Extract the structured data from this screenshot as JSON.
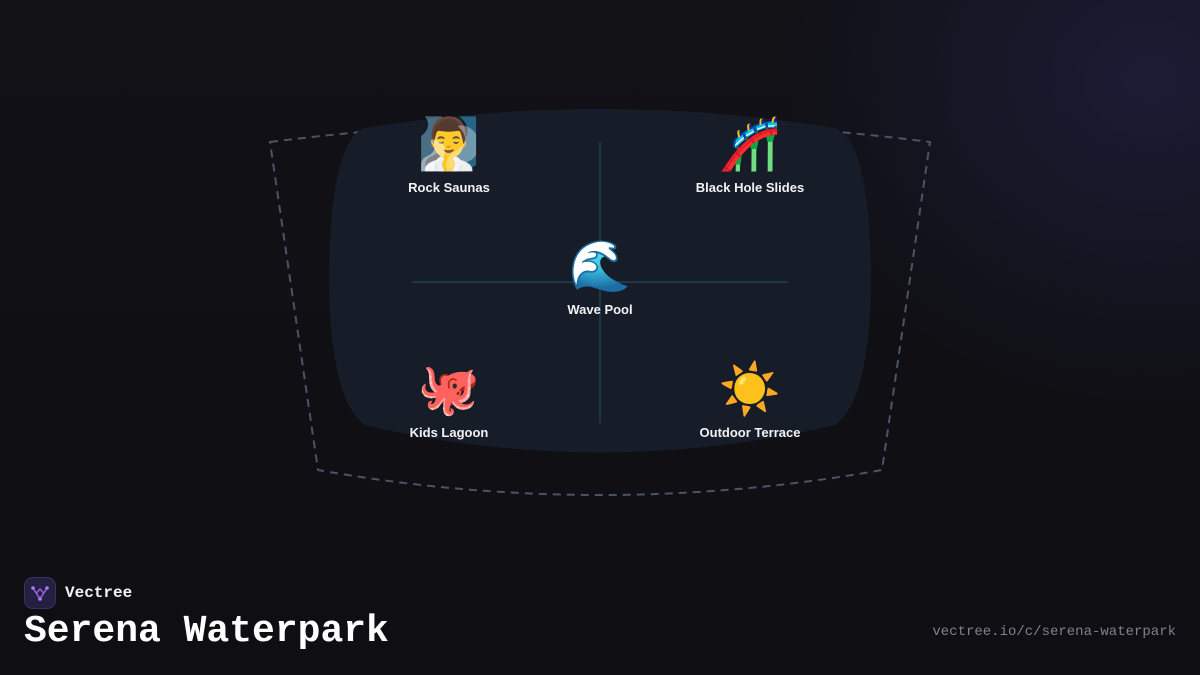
{
  "brand": {
    "name": "Vectree",
    "logo_icon": "vectree-tree-icon",
    "accent": "#9b5de5"
  },
  "title": "Serena Waterpark",
  "url": "vectree.io/c/serena-waterpark",
  "diagram": {
    "boundary_color": "#4a5468",
    "zone_fill": "#171d28",
    "axis_color": "#1f4a5c",
    "nodes": [
      {
        "id": "rock-saunas",
        "label": "Rock Saunas",
        "icon": "🧖‍♂️",
        "icon_name": "sauna-person-icon"
      },
      {
        "id": "black-hole-slides",
        "label": "Black Hole Slides",
        "icon": "🎢",
        "icon_name": "roller-coaster-icon"
      },
      {
        "id": "wave-pool",
        "label": "Wave Pool",
        "icon": "🌊",
        "icon_name": "wave-icon"
      },
      {
        "id": "kids-lagoon",
        "label": "Kids Lagoon",
        "icon": "🐙",
        "icon_name": "octopus-icon"
      },
      {
        "id": "outdoor-terrace",
        "label": "Outdoor Terrace",
        "icon": "☀️",
        "icon_name": "sun-icon"
      }
    ]
  }
}
